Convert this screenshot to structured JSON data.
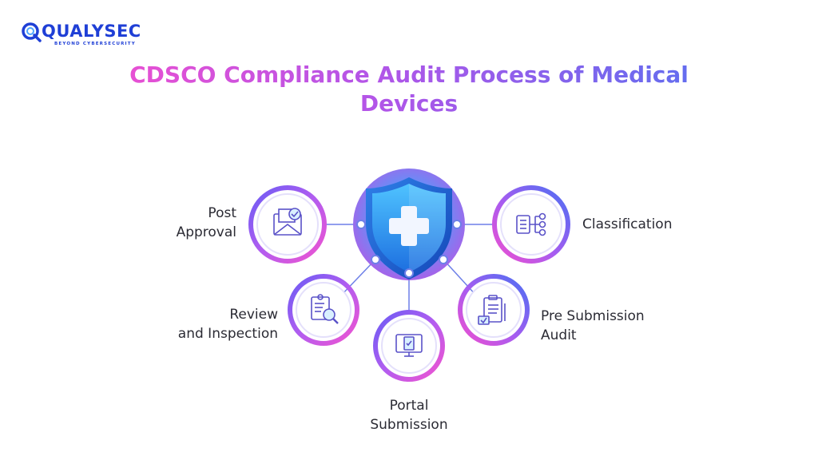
{
  "logo": {
    "name": "QUALYSEC",
    "tagline": "BEYOND CYBERSECURITY"
  },
  "title": {
    "line1": "CDSCO Compliance Audit Process of Medical",
    "line2": "Devices"
  },
  "steps": [
    {
      "line1": "Post",
      "line2": "Approval",
      "icon": "envelope-check-icon"
    },
    {
      "line1": "Classification",
      "line2": "",
      "icon": "hierarchy-list-icon"
    },
    {
      "line1": "Review",
      "line2": "and Inspection",
      "icon": "document-magnifier-icon"
    },
    {
      "line1": "Pre Submission",
      "line2": "Audit",
      "icon": "clipboard-checklist-icon"
    },
    {
      "line1": "Portal",
      "line2": "Submission",
      "icon": "monitor-checklist-icon"
    }
  ],
  "center_icon": "shield-medical-cross-icon",
  "colors": {
    "brand_blue": "#1f3fd6",
    "ring_pink": "#ef4fd0",
    "ring_purple": "#9a5cf0",
    "ring_blue": "#4b6ff2",
    "connector": "#6d7fe8",
    "shield_blue": "#2f9ff0"
  }
}
